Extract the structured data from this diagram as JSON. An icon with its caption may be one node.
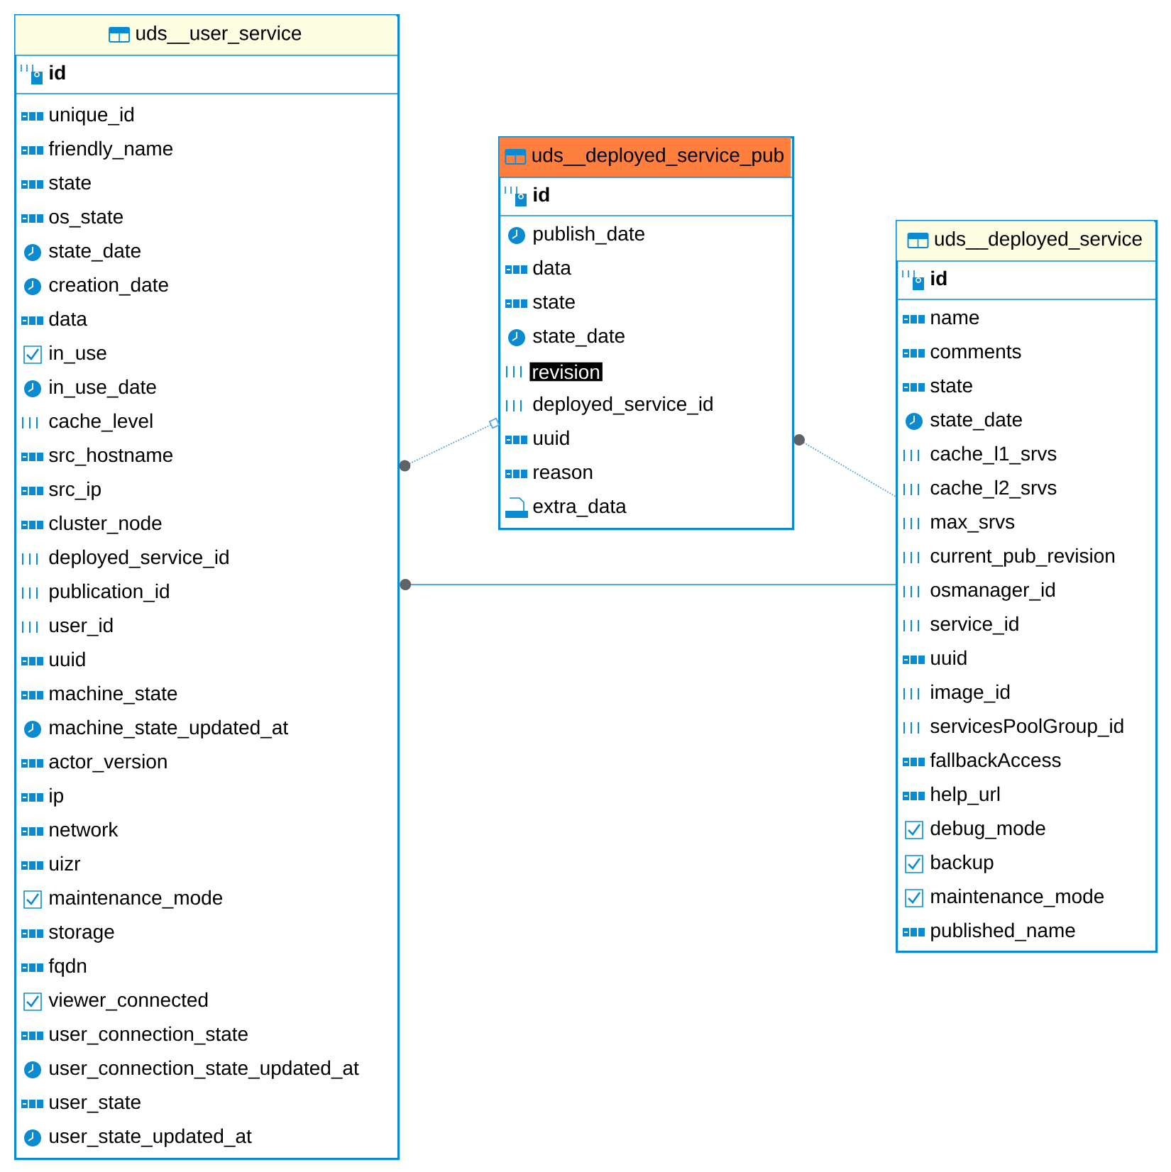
{
  "diagram": {
    "nodes": [
      {
        "text": [
          "uds__user_service",
          "id",
          "unique_id",
          "friendly_name",
          "state",
          "os_state",
          "state_date",
          "creation_date",
          "data",
          "in_use",
          "in_use_date",
          "cache_level",
          "src_hostname",
          "src_ip",
          "cluster_node",
          "deployed_service_id",
          "publication_id",
          "user_id",
          "uuid",
          "machine_state",
          "machine_state_updated_at",
          "actor_version",
          "ip",
          "network",
          "uizr",
          "maintenance_mode",
          "storage",
          "fqdn",
          "viewer_connected",
          "user_connection_state",
          "user_connection_state_updated_at",
          "user_state",
          "user_state_updated_at"
        ]
      },
      {
        "text": [
          "uds__deployed_service_pub",
          "id",
          "publish_date",
          "data",
          "state",
          "state_date",
          "revision",
          "deployed_service_id",
          "uuid",
          "reason",
          "extra_data"
        ]
      },
      {
        "text": [
          "uds__deployed_service",
          "id",
          "name",
          "comments",
          "state",
          "state_date",
          "cache_l1_srvs",
          "cache_l2_srvs",
          "max_srvs",
          "current_pub_revision",
          "osmanager_id",
          "service_id",
          "uuid",
          "image_id",
          "servicesPoolGroup_id",
          "fallbackAccess",
          "help_url",
          "debug_mode",
          "backup",
          "maintenance_mode",
          "published_name"
        ]
      }
    ],
    "edges": [
      {
        "from": 0,
        "to": 1,
        "arrow": "other",
        "style": "dashed"
      },
      {
        "from": 1,
        "to": 2,
        "arrow": "other",
        "style": "dashed"
      },
      {
        "from": 0,
        "to": 2,
        "arrow": "other"
      }
    ]
  }
}
